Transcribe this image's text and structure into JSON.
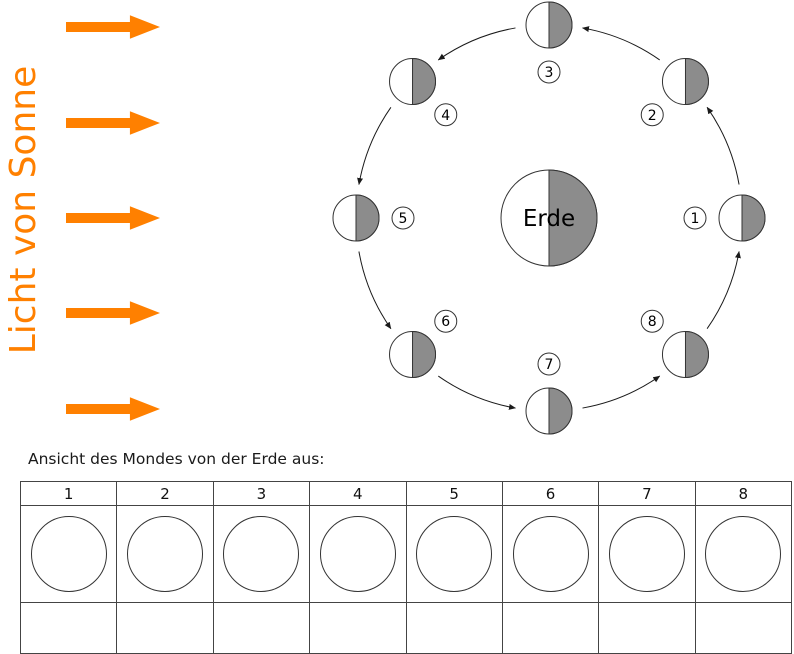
{
  "sun": {
    "label": "Licht von Sonne",
    "arrow_color": "#ff8000",
    "arrow_count": 5
  },
  "orbit": {
    "earth_label": "Erde",
    "moon_numbers": [
      "1",
      "2",
      "3",
      "4",
      "5",
      "6",
      "7",
      "8"
    ],
    "shade_color": "#8c8c8c"
  },
  "caption": "Ansicht des Mondes von der Erde aus:",
  "table": {
    "headers": [
      "1",
      "2",
      "3",
      "4",
      "5",
      "6",
      "7",
      "8"
    ]
  }
}
